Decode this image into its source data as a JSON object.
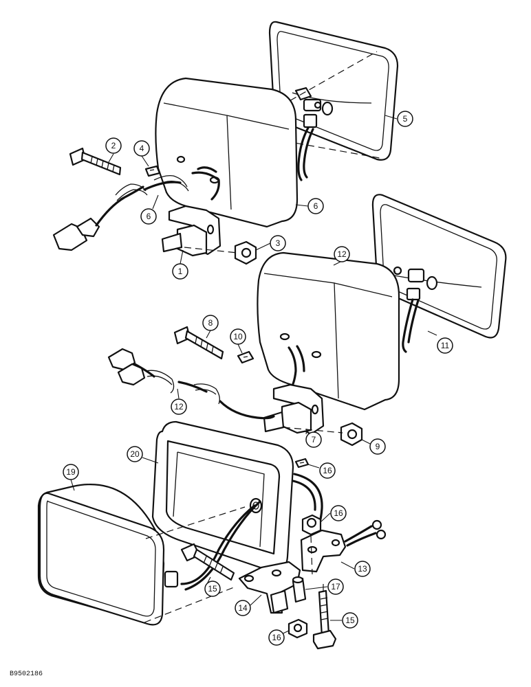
{
  "diagram": {
    "drawing_code": "B9502186",
    "callouts": [
      {
        "id": "c1",
        "label": "1"
      },
      {
        "id": "c2",
        "label": "2"
      },
      {
        "id": "c3",
        "label": "3"
      },
      {
        "id": "c4",
        "label": "4"
      },
      {
        "id": "c5",
        "label": "5"
      },
      {
        "id": "c6a",
        "label": "6"
      },
      {
        "id": "c6b",
        "label": "6"
      },
      {
        "id": "c7",
        "label": "7"
      },
      {
        "id": "c8",
        "label": "8"
      },
      {
        "id": "c9",
        "label": "9"
      },
      {
        "id": "c10",
        "label": "10"
      },
      {
        "id": "c11",
        "label": "11"
      },
      {
        "id": "c12a",
        "label": "12"
      },
      {
        "id": "c12b",
        "label": "12"
      },
      {
        "id": "c13",
        "label": "13"
      },
      {
        "id": "c14",
        "label": "14"
      },
      {
        "id": "c15a",
        "label": "15"
      },
      {
        "id": "c15b",
        "label": "15"
      },
      {
        "id": "c16a",
        "label": "16"
      },
      {
        "id": "c16b",
        "label": "16"
      },
      {
        "id": "c16c",
        "label": "16"
      },
      {
        "id": "c17",
        "label": "17"
      },
      {
        "id": "c19",
        "label": "19"
      },
      {
        "id": "c20",
        "label": "20"
      }
    ]
  }
}
